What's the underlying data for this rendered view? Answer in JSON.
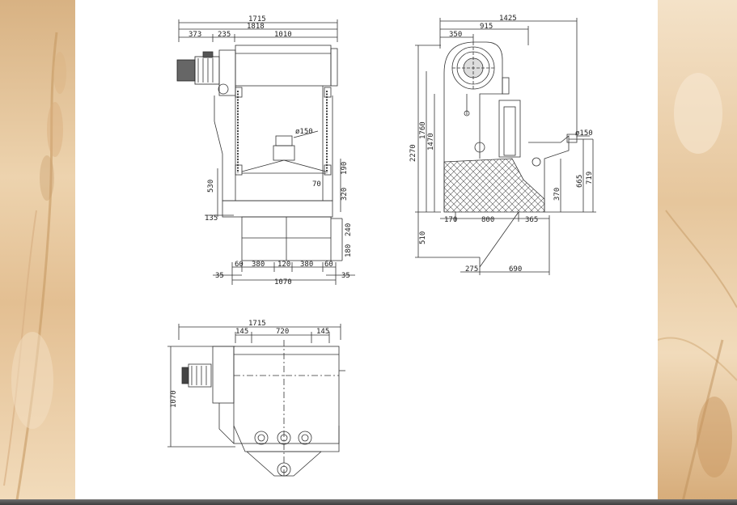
{
  "colors": {
    "sheet": "#ffffff",
    "line": "#333333",
    "hatch": "#555555",
    "motor": "#444444",
    "side_wheat": "#e7c79c",
    "footer": "#4a4a4a"
  },
  "icons": {
    "left_background": "wheat-stalk-icon",
    "right_background": "wheat-ear-icon"
  },
  "front": {
    "dim_1715": "1715",
    "dim_1818": "1818",
    "dim_373": "373",
    "dim_235": "235",
    "dim_1010": "1010",
    "dia_150": "ø150",
    "dim_190": "190",
    "dim_70": "70",
    "dim_320": "320",
    "dim_530": "530",
    "dim_135": "135",
    "dim_240": "240",
    "dim_180": "180",
    "dim_60a": "60",
    "dim_380a": "380",
    "dim_120": "120",
    "dim_380b": "380",
    "dim_60b": "60",
    "dim_35a": "35",
    "dim_1070": "1070",
    "dim_35b": "35"
  },
  "side": {
    "dim_1425": "1425",
    "dim_915": "915",
    "dim_350": "350",
    "dia_150": "ø150",
    "dim_2270": "2270",
    "dim_1760": "1760",
    "dim_1470": "1470",
    "dim_510": "510",
    "dim_370": "370",
    "dim_665": "665",
    "dim_719": "719",
    "dim_170": "170",
    "dim_800": "800",
    "dim_365": "365",
    "dim_275": "275",
    "dim_690": "690"
  },
  "top": {
    "dim_1715": "1715",
    "dim_145a": "145",
    "dim_720": "720",
    "dim_145b": "145",
    "dim_1070": "1070"
  }
}
